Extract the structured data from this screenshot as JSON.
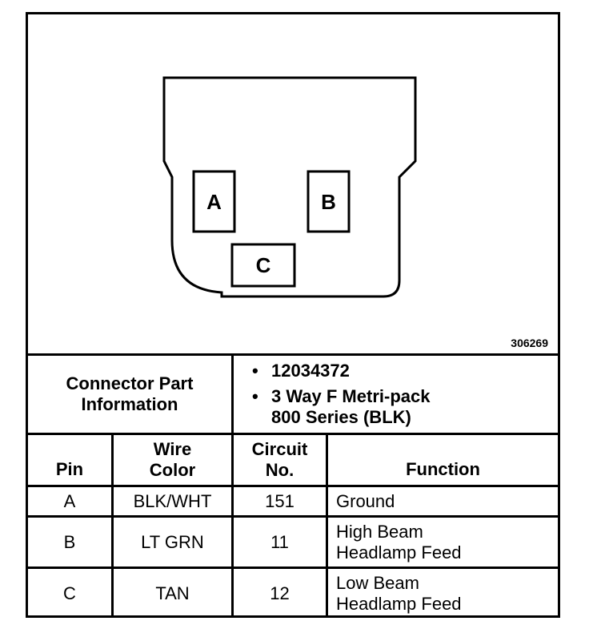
{
  "diagram": {
    "pins": [
      {
        "id": "A",
        "label": "A"
      },
      {
        "id": "B",
        "label": "B"
      },
      {
        "id": "C",
        "label": "C"
      }
    ],
    "figure_number": "306269"
  },
  "connector_info": {
    "heading": "Connector Part\nInformation",
    "items": [
      "12034372",
      "3 Way F Metri-pack\n800 Series (BLK)"
    ]
  },
  "table": {
    "headers": {
      "pin": "Pin",
      "wire_color": "Wire\nColor",
      "circuit": "Circuit\nNo.",
      "function": "Function"
    },
    "rows": [
      {
        "pin": "A",
        "wire_color": "BLK/WHT",
        "circuit": "151",
        "function": "Ground"
      },
      {
        "pin": "B",
        "wire_color": "LT GRN",
        "circuit": "11",
        "function": "High Beam\nHeadlamp Feed"
      },
      {
        "pin": "C",
        "wire_color": "TAN",
        "circuit": "12",
        "function": "Low Beam\nHeadlamp Feed"
      }
    ]
  }
}
